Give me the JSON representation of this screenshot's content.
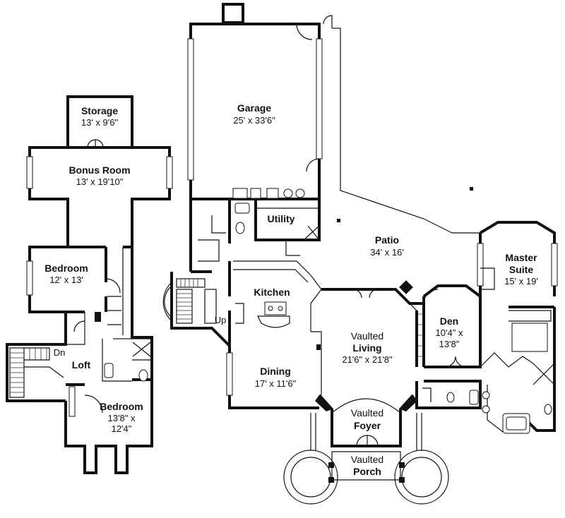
{
  "rooms": {
    "storage": {
      "name": "Storage",
      "dim": "13' x 9'6\""
    },
    "bonus": {
      "name": "Bonus Room",
      "dim": "13' x 19'10\""
    },
    "bedroom_upper": {
      "name": "Bedroom",
      "dim": "12' x 13'"
    },
    "loft": {
      "name": "Loft"
    },
    "bedroom_lower": {
      "name": "Bedroom",
      "dim1": "13'8\" x",
      "dim2": "12'4\""
    },
    "garage": {
      "name": "Garage",
      "dim": "25' x 33'6\""
    },
    "utility": {
      "name": "Utility"
    },
    "patio": {
      "name": "Patio",
      "dim": "34' x 16'"
    },
    "master": {
      "name1": "Master",
      "name2": "Suite",
      "dim": "15' x 19'"
    },
    "kitchen": {
      "name": "Kitchen"
    },
    "den": {
      "name": "Den",
      "dim1": "10'4\" x",
      "dim2": "13'8\""
    },
    "living": {
      "pre": "Vaulted",
      "name": "Living",
      "dim": "21'6\" x 21'8\""
    },
    "dining": {
      "name": "Dining",
      "dim": "17' x 11'6\""
    },
    "foyer": {
      "pre": "Vaulted",
      "name": "Foyer"
    },
    "porch": {
      "pre": "Vaulted",
      "name": "Porch"
    }
  },
  "stairs": {
    "down": "Dn",
    "up": "Up"
  }
}
